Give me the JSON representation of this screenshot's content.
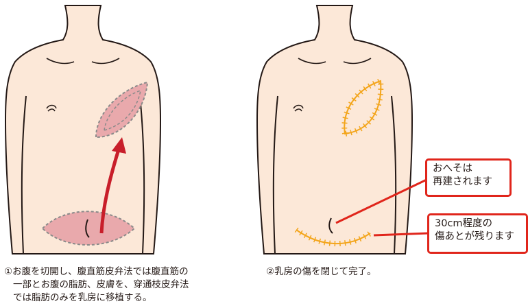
{
  "colors": {
    "skin": "#fce8d8",
    "outline": "#231815",
    "graft_fill": "#e9a9ac",
    "graft_outline": "#8a8a8a",
    "arrow": "#c81e2a",
    "suture": "#f3a51b",
    "callout_border": "#e0251b"
  },
  "panels": [
    {
      "id": "panel-1",
      "caption_lines": [
        "①お腹を切開し、腹直筋皮弁法では腹直筋の",
        "一部とお腹の脂肪、皮膚を、穿通枝皮弁法",
        "では脂肪のみを乳房に移植する。"
      ]
    },
    {
      "id": "panel-2",
      "caption": "②乳房の傷を閉じて完了。",
      "callouts": [
        {
          "lines": [
            "おへそは",
            "再建されます"
          ]
        },
        {
          "lines": [
            "30cm程度の",
            "傷あとが残ります"
          ]
        }
      ]
    }
  ]
}
